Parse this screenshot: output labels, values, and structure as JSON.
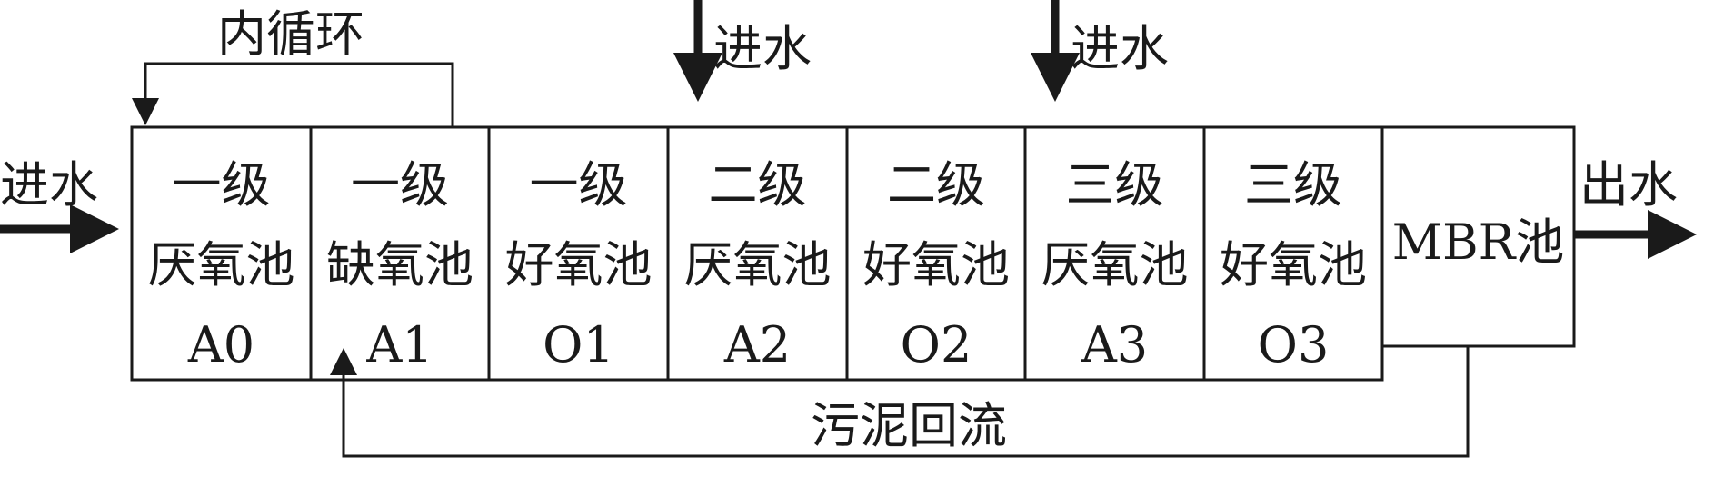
{
  "tanks": [
    {
      "line1": "一级",
      "line2": "厌氧池",
      "code": "A0"
    },
    {
      "line1": "一级",
      "line2": "缺氧池",
      "code": "A1"
    },
    {
      "line1": "一级",
      "line2": "好氧池",
      "code": "O1"
    },
    {
      "line1": "二级",
      "line2": "厌氧池",
      "code": "A2"
    },
    {
      "line1": "二级",
      "line2": "好氧池",
      "code": "O2"
    },
    {
      "line1": "三级",
      "line2": "厌氧池",
      "code": "A3"
    },
    {
      "line1": "三级",
      "line2": "好氧池",
      "code": "O3"
    }
  ],
  "mbr": {
    "label": "MBR池"
  },
  "flows": {
    "inlet_left": "进水",
    "inlet_top_1": "进水",
    "inlet_top_2": "进水",
    "outlet": "出水",
    "internal_recycle": "内循环",
    "sludge_return": "污泥回流"
  }
}
